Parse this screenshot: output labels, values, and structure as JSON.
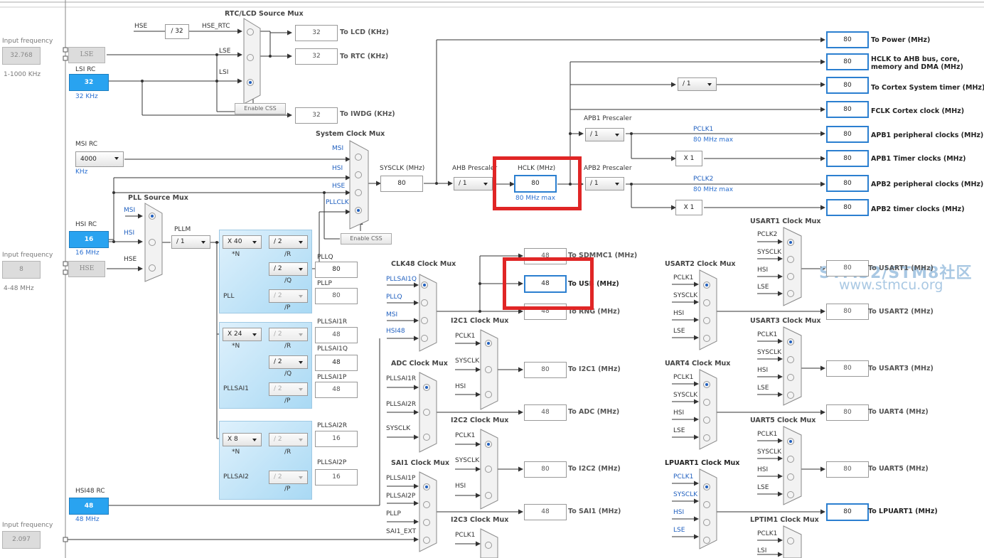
{
  "watermark": {
    "line1": "STM32/STM8社区",
    "line2": "www.stmcu.org"
  },
  "left": {
    "in_freq_label_1": "Input frequency",
    "lse_freq": "32.768",
    "lse_range": "1-1000 KHz",
    "lse_label": "LSE",
    "lsi_title": "LSI RC",
    "lsi_value": "32",
    "lsi_unit": "32 KHz",
    "msi_title": "MSI RC",
    "msi_value": "4000",
    "msi_unit": "KHz",
    "hsi_title": "HSI RC",
    "hsi_value": "16",
    "hsi_unit": "16 MHz",
    "in_freq_label_2": "Input frequency",
    "hse_freq": "8",
    "hse_range": "4-48 MHz",
    "hse_label": "HSE",
    "hsi48_title": "HSI48 RC",
    "hsi48_value": "48",
    "hsi48_unit": "48 MHz",
    "in_freq_label_3": "Input frequency",
    "sai_ext_freq": "2.097"
  },
  "rtc": {
    "title": "RTC/LCD Source Mux",
    "hse": "HSE",
    "div": "/ 32",
    "hse_rtc": "HSE_RTC",
    "lse": "LSE",
    "lsi": "LSI",
    "enable_css": "Enable CSS",
    "lcd_val": "32",
    "lcd_label": "To LCD (KHz)",
    "rtc_val": "32",
    "rtc_label": "To RTC (KHz)",
    "iwdg_val": "32",
    "iwdg_label": "To IWDG (KHz)"
  },
  "sysmux": {
    "title": "System Clock Mux",
    "msi": "MSI",
    "hsi": "HSI",
    "hse": "HSE",
    "pllclk": "PLLCLK",
    "enable_css": "Enable CSS",
    "sysclk_label": "SYSCLK (MHz)",
    "sysclk_val": "80"
  },
  "pll": {
    "src_title": "PLL Source Mux",
    "msi": "MSI",
    "hsi": "HSI",
    "hse": "HSE",
    "pllm_label": "PLLM",
    "pllm": "/ 1",
    "pll_n": "X 40",
    "n_label": "*N",
    "pll_r": "/ 2",
    "r_label": "/R",
    "pll_q": "/ 2",
    "q_label": "/Q",
    "pll_p": "/ 2",
    "p_label": "/P",
    "name": "PLL",
    "pllq_label": "PLLQ",
    "pllq_val": "80",
    "pllp_label": "PLLP",
    "pllp_val": "80",
    "sai1_n": "X 24",
    "sai1_r": "/ 2",
    "sai1_q": "/ 2",
    "sai1_p": "/ 2",
    "sai1_name": "PLLSAI1",
    "sai1r_label": "PLLSAI1R",
    "sai1r_val": "48",
    "sai1q_label": "PLLSAI1Q",
    "sai1q_val": "48",
    "sai1p_label": "PLLSAI1P",
    "sai1p_val": "48",
    "sai2_n": "X 8",
    "sai2_r": "/ 2",
    "sai2_p": "/ 2",
    "sai2_name": "PLLSAI2",
    "sai2r_label": "PLLSAI2R",
    "sai2r_val": "16",
    "sai2p_label": "PLLSAI2P",
    "sai2p_val": "16"
  },
  "ahb": {
    "prescaler_label": "AHB Prescaler",
    "prescaler": "/ 1",
    "hclk_label": "HCLK (MHz)",
    "hclk": "80",
    "hclk_max": "80 MHz max",
    "apb1_label": "APB1 Prescaler",
    "apb1": "/ 1",
    "apb2_label": "APB2 Prescaler",
    "apb2": "/ 1",
    "cortex_div": "/ 1",
    "pclk1": "PCLK1",
    "pclk1_max": "80 MHz max",
    "pclk2": "PCLK2",
    "pclk2_max": "80 MHz max",
    "x1a": "X 1",
    "x1b": "X 1"
  },
  "outputs": [
    {
      "value": "80",
      "label": "To Power (MHz)"
    },
    {
      "value": "80",
      "label": "HCLK to AHB bus, core,",
      "label2": "memory and DMA (MHz)"
    },
    {
      "value": "80",
      "label": "To Cortex System timer (MHz)"
    },
    {
      "value": "80",
      "label": "FCLK Cortex clock (MHz)"
    },
    {
      "value": "80",
      "label": "APB1 peripheral clocks (MHz)"
    },
    {
      "value": "80",
      "label": "APB1 Timer clocks (MHz)"
    },
    {
      "value": "80",
      "label": "APB2 peripheral clocks (MHz)"
    },
    {
      "value": "80",
      "label": "APB2 timer clocks (MHz)"
    }
  ],
  "clk48": {
    "title": "CLK48 Clock Mux",
    "in1": "PLLSAI1Q",
    "in2": "PLLQ",
    "in3": "MSI",
    "in4": "HSI48",
    "sdmmc_val": "48",
    "sdmmc_label": "To SDMMC1 (MHz)",
    "usb_val": "48",
    "usb_label": "To USB (MHz)",
    "rng_val": "48",
    "rng_label": "To RNG (MHz)"
  },
  "mid": {
    "i2c1_title": "I2C1 Clock Mux",
    "i2c1_val": "80",
    "i2c1_label": "To I2C1 (MHz)",
    "adc_title": "ADC Clock Mux",
    "adc_in1": "PLLSAI1R",
    "adc_in2": "PLLSAI2R",
    "adc_in3": "SYSCLK",
    "adc_val": "48",
    "adc_label": "To ADC (MHz)",
    "i2c2_title": "I2C2 Clock Mux",
    "i2c2_val": "80",
    "i2c2_label": "To I2C2 (MHz)",
    "sai1_title": "SAI1 Clock Mux",
    "sai1_in1": "PLLSAI1P",
    "sai1_in2": "PLLSAI2P",
    "sai1_in3": "PLLP",
    "sai1_in4": "SAI1_EXT",
    "sai1_val": "48",
    "sai1_label": "To SAI1 (MHz)",
    "i2c3_title": "I2C3 Clock Mux",
    "pclk1": "PCLK1",
    "sysclk": "SYSCLK",
    "hsi": "HSI"
  },
  "right": {
    "usart1_title": "USART1 Clock Mux",
    "usart1_val": "80",
    "usart1_label": "To USART1 (MHz)",
    "usart2_title": "USART2 Clock Mux",
    "usart2_val": "80",
    "usart2_label": "To USART2 (MHz)",
    "usart3_title": "USART3 Clock Mux",
    "usart3_val": "80",
    "usart3_label": "To USART3 (MHz)",
    "uart4_title": "UART4 Clock Mux",
    "uart4_val": "80",
    "uart4_label": "To UART4 (MHz)",
    "uart5_title": "UART5 Clock Mux",
    "uart5_val": "80",
    "uart5_label": "To UART5 (MHz)",
    "lpuart1_title": "LPUART1 Clock Mux",
    "lpuart1_val": "80",
    "lpuart1_label": "To LPUART1 (MHz)",
    "lptim1_title": "LPTIM1 Clock Mux",
    "pclk1": "PCLK1",
    "pclk2": "PCLK2",
    "sysclk": "SYSCLK",
    "hsi": "HSI",
    "lse": "LSE",
    "lsi": "LSI"
  }
}
